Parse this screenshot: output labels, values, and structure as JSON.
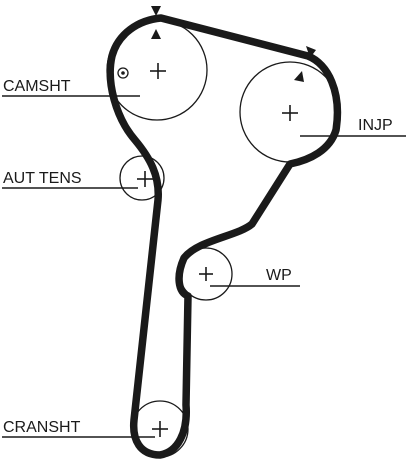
{
  "diagram": {
    "labels": {
      "camshaft": "CAMSHT",
      "injection_pump": "INJP",
      "auto_tensioner": "AUT TENS",
      "water_pump": "WP",
      "crankshaft": "CRANSHT"
    },
    "colors": {
      "belt": "#1a1a1a",
      "line": "#1a1a1a",
      "background": "#ffffff"
    },
    "icons": {
      "center_mark": "plus",
      "timing_mark": "triangle",
      "camshaft_marker": "circled-dot"
    }
  }
}
